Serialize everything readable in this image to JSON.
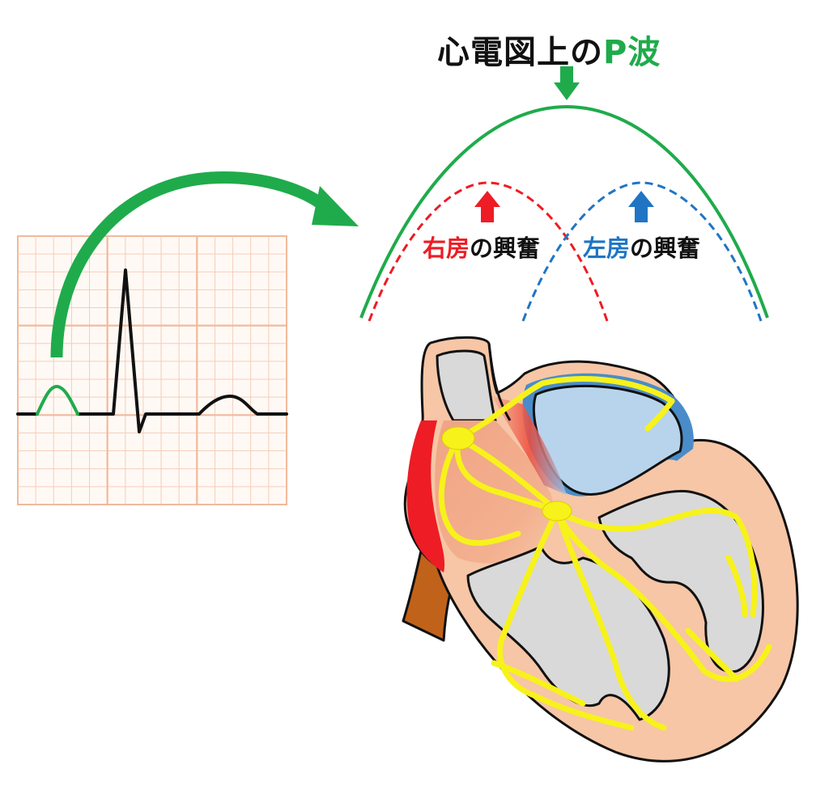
{
  "title": {
    "part1": "心電図上の",
    "part2": "P波"
  },
  "right_label": {
    "colored": "右房",
    "rest": "の興奮"
  },
  "left_label": {
    "colored": "左房",
    "rest": "の興奮"
  },
  "colors": {
    "green": "#1fab4b",
    "red": "#ee1c24",
    "blue": "#1f75c4",
    "black": "#111111",
    "grid": "#f1b99b",
    "conduction": "#f7f21a",
    "myocardium": "#f6c6a6",
    "chamber": "#d9d9d9",
    "left_atrium": "#b8d4ec",
    "aorta": "#c0621a"
  }
}
